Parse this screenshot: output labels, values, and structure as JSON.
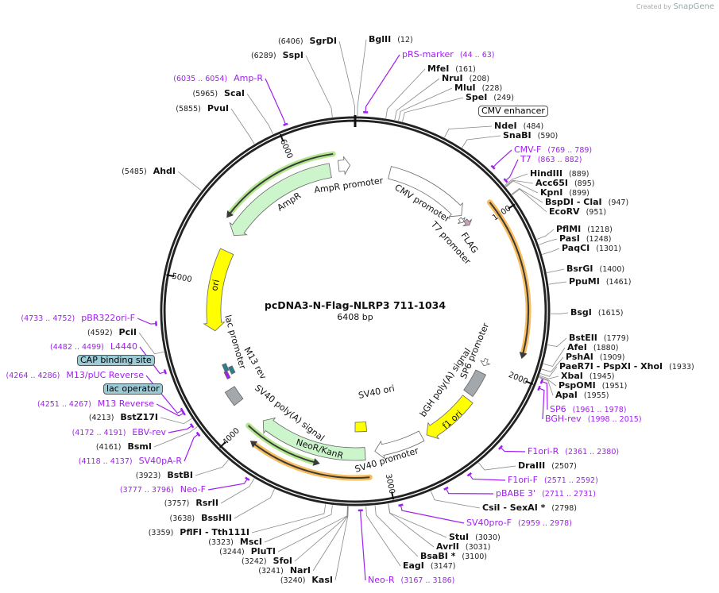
{
  "logo": {
    "created_by": "Created by",
    "brand": "SnapGene"
  },
  "plasmid": {
    "name": "pcDNA3-N-Flag-NLRP3 711-1034",
    "length": "6408 bp",
    "total_bp": 6408
  },
  "ticks": [
    "1000",
    "2000",
    "3000",
    "4000",
    "5000",
    "6000"
  ],
  "sites": [
    {
      "name": "BglII",
      "pos": "(12)"
    },
    {
      "name": "MfeI",
      "pos": "(161)"
    },
    {
      "name": "NruI",
      "pos": "(208)"
    },
    {
      "name": "MluI",
      "pos": "(228)"
    },
    {
      "name": "SpeI",
      "pos": "(249)"
    },
    {
      "name": "NdeI",
      "pos": "(484)"
    },
    {
      "name": "SnaBI",
      "pos": "(590)"
    },
    {
      "name": "HindIII",
      "pos": "(889)"
    },
    {
      "name": "Acc65I",
      "pos": "(895)"
    },
    {
      "name": "KpnI",
      "pos": "(899)"
    },
    {
      "name": "BspDI  - ClaI",
      "pos": "(947)"
    },
    {
      "name": "EcoRV",
      "pos": "(951)"
    },
    {
      "name": "PflMI",
      "pos": "(1218)"
    },
    {
      "name": "PasI",
      "pos": "(1248)"
    },
    {
      "name": "PaqCI",
      "pos": "(1301)"
    },
    {
      "name": "BsrGI",
      "pos": "(1400)"
    },
    {
      "name": "PpuMI",
      "pos": "(1461)"
    },
    {
      "name": "BsgI",
      "pos": "(1615)"
    },
    {
      "name": "BstEII",
      "pos": "(1779)"
    },
    {
      "name": "AfeI",
      "pos": "(1880)"
    },
    {
      "name": "PshAI",
      "pos": "(1909)"
    },
    {
      "name": "PaeR7I  - PspXI  - XhoI",
      "pos": "(1933)"
    },
    {
      "name": "XbaI",
      "pos": "(1945)"
    },
    {
      "name": "PspOMI",
      "pos": "(1951)"
    },
    {
      "name": "ApaI",
      "pos": "(1955)"
    },
    {
      "name": "DraIII",
      "pos": "(2507)"
    },
    {
      "name": "CsiI  - SexAI *",
      "pos": "(2798)"
    },
    {
      "name": "StuI",
      "pos": "(3030)"
    },
    {
      "name": "AvrII",
      "pos": "(3031)"
    },
    {
      "name": "BsaBI *",
      "pos": "(3100)"
    },
    {
      "name": "EagI",
      "pos": "(3147)"
    },
    {
      "name": "SgrDI",
      "pos": "(6406)"
    },
    {
      "name": "SspI",
      "pos": "(6289)"
    },
    {
      "name": "ScaI",
      "pos": "(5965)"
    },
    {
      "name": "PvuI",
      "pos": "(5855)"
    },
    {
      "name": "AhdI",
      "pos": "(5485)"
    },
    {
      "name": "PciI",
      "pos": "(4592)"
    },
    {
      "name": "BstZ17I",
      "pos": "(4213)"
    },
    {
      "name": "BsmI",
      "pos": "(4161)"
    },
    {
      "name": "BstBI",
      "pos": "(3923)"
    },
    {
      "name": "RsrII",
      "pos": "(3757)"
    },
    {
      "name": "BssHII",
      "pos": "(3638)"
    },
    {
      "name": "PflFI  - Tth111I",
      "pos": "(3359)"
    },
    {
      "name": "MscI",
      "pos": "(3323)"
    },
    {
      "name": "PluTI",
      "pos": "(3244)"
    },
    {
      "name": "SfoI",
      "pos": "(3242)"
    },
    {
      "name": "NarI",
      "pos": "(3241)"
    },
    {
      "name": "KasI",
      "pos": "(3240)"
    }
  ],
  "primers": [
    {
      "name": "pRS-marker",
      "range": "(44 .. 63)"
    },
    {
      "name": "CMV-F",
      "range": "(769 .. 789)"
    },
    {
      "name": "T7",
      "range": "(863 .. 882)"
    },
    {
      "name": "SP6",
      "range": "(1961 .. 1978)"
    },
    {
      "name": "BGH-rev",
      "range": "(1998 .. 2015)"
    },
    {
      "name": "F1ori-R",
      "range": "(2361 .. 2380)"
    },
    {
      "name": "F1ori-F",
      "range": "(2571 .. 2592)"
    },
    {
      "name": "pBABE 3'",
      "range": "(2711 .. 2731)"
    },
    {
      "name": "SV40pro-F",
      "range": "(2959 .. 2978)"
    },
    {
      "name": "Neo-R",
      "range": "(3167 .. 3186)"
    },
    {
      "name": "Amp-R",
      "range": "(6035 .. 6054)"
    },
    {
      "name": "pBR322ori-F",
      "range": "(4733 .. 4752)"
    },
    {
      "name": "L4440",
      "range": "(4482 .. 4499)"
    },
    {
      "name": "M13/pUC Reverse",
      "range": "(4264 .. 4286)"
    },
    {
      "name": "M13 Reverse",
      "range": "(4251 .. 4267)"
    },
    {
      "name": "EBV-rev",
      "range": "(4172 .. 4191)"
    },
    {
      "name": "SV40pA-R",
      "range": "(4118 .. 4137)"
    },
    {
      "name": "Neo-F",
      "range": "(3777 .. 3796)"
    }
  ],
  "boxed_features": {
    "cmv_enhancer": "CMV enhancer",
    "cap_binding_site": "CAP binding site",
    "lac_operator": "lac operator"
  },
  "features": {
    "cmv_promoter": "CMV promoter",
    "t7_promoter": "T7 promoter",
    "flag": "FLAG",
    "ampr_promoter": "AmpR promoter",
    "ampr": "AmpR",
    "ori": "ori",
    "lac_promoter": "lac promoter",
    "m13_rev": "M13 rev",
    "sv40_polya": "SV40 poly(A) signal",
    "neor": "NeoR/KanR",
    "sv40_promoter": "SV40 promoter",
    "bgh_polya": "bGH poly(A) signal",
    "f1_ori": "f1 ori",
    "sp6_promoter": "SP6 promoter",
    "sv40_ori": "SV40 ori"
  },
  "colors": {
    "primer": "#a020f0",
    "orf_nlrp3": "#f5b041",
    "orf_green": "#a6e37a",
    "feature_green": "#ccf5cc",
    "origin": "#ffff00",
    "polya": "#a3a8ad",
    "box_blue": "#9ccbd6",
    "flag": "#c9a0b8"
  }
}
